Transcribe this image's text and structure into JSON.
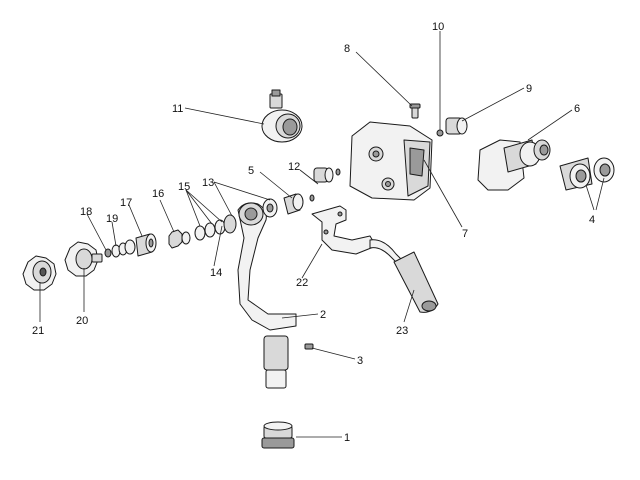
{
  "callouts": {
    "c1": "1",
    "c2": "2",
    "c3": "3",
    "c4": "4",
    "c5": "5",
    "c6": "6",
    "c7": "7",
    "c8": "8",
    "c9": "9",
    "c10": "10",
    "c11": "11",
    "c12": "12",
    "c13": "13",
    "c14": "14",
    "c15": "15",
    "c16": "16",
    "c17": "17",
    "c18": "18",
    "c19": "19",
    "c20": "20",
    "c21": "21",
    "c22": "22",
    "c23": "23"
  },
  "colors": {
    "line": "#1a1a1a",
    "background": "#ffffff"
  }
}
